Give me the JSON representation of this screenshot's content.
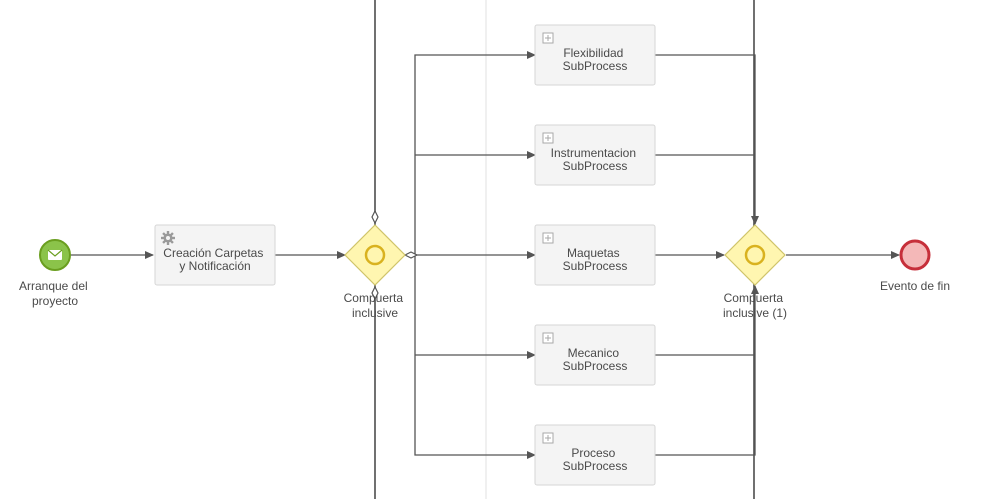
{
  "diagram": {
    "start_event": {
      "label_lines": [
        "Arranque del",
        "proyecto"
      ],
      "icon": "envelope-icon"
    },
    "task_carpetas": {
      "label_lines": [
        "Creación Carpetas",
        "y Notificación"
      ],
      "icon": "gear-icon"
    },
    "gateway_split": {
      "label_lines": [
        "Compuerta",
        "inclusive"
      ]
    },
    "gateway_join": {
      "label_lines": [
        "Compuerta",
        "inclusive (1)"
      ]
    },
    "subprocesses": [
      {
        "label_lines": [
          "Flexibilidad",
          "SubProcess"
        ]
      },
      {
        "label_lines": [
          "Instrumentacion",
          "SubProcess"
        ]
      },
      {
        "label_lines": [
          "Maquetas",
          "SubProcess"
        ]
      },
      {
        "label_lines": [
          "Mecanico",
          "SubProcess"
        ]
      },
      {
        "label_lines": [
          "Proceso",
          "SubProcess"
        ]
      }
    ],
    "end_event": {
      "label_lines": [
        "Evento de fin"
      ]
    },
    "colors": {
      "start_fill": "#8bc34a",
      "start_stroke": "#6a9e1f",
      "gateway_fill": "#fff6b0",
      "gateway_stroke": "#cfc46a",
      "gateway_marker": "#d9b21f",
      "end_fill": "#f4b8b8",
      "end_stroke": "#c62f3a",
      "task_fill": "#f4f4f4",
      "flow": "#555555"
    }
  }
}
